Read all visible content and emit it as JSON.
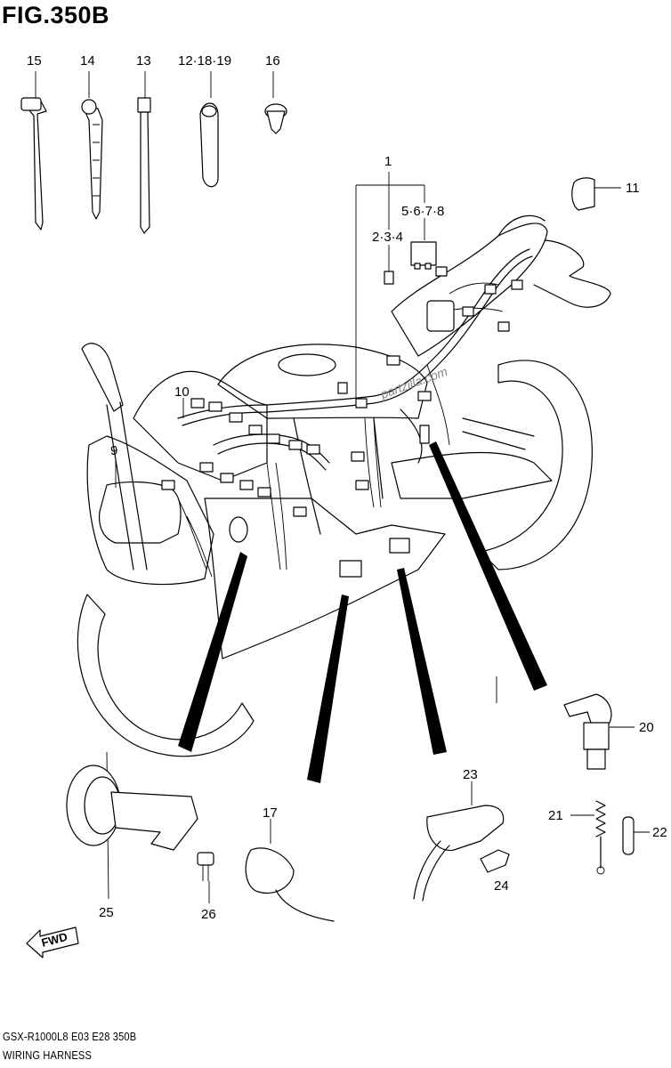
{
  "figure": {
    "title": "FIG.350B"
  },
  "footer": {
    "code": "GSX-R1000L8  E03  E28  350B",
    "name": "WIRING HARNESS"
  },
  "watermark": "partzilla.com",
  "fwd_label": "FWD",
  "callouts": {
    "c1": "1",
    "c2": "2·3·4",
    "c5": "5·6·7·8",
    "c9": "9",
    "c10": "10",
    "c11": "11",
    "c12": "12·18·19",
    "c13": "13",
    "c14": "14",
    "c15": "15",
    "c16": "16",
    "c17": "17",
    "c20": "20",
    "c21": "21",
    "c22": "22",
    "c23": "23",
    "c24": "24",
    "c25": "25",
    "c26": "26"
  }
}
